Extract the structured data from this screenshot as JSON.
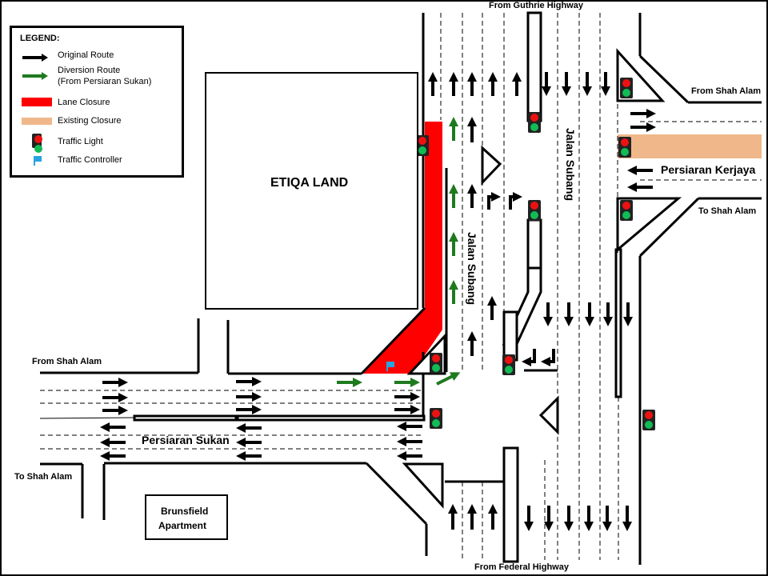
{
  "legend": {
    "title": "LEGEND:",
    "items": [
      {
        "label": "Original Route",
        "symbol": "black-arrow-icon",
        "color": "#000000"
      },
      {
        "label": "Diversion Route",
        "label2": "(From Persiaran Sukan)",
        "symbol": "green-arrow-icon",
        "color": "#1e7a1e"
      },
      {
        "label": "Lane Closure",
        "symbol": "red-bar",
        "color": "#ff0000"
      },
      {
        "label": "Existing Closure",
        "symbol": "tan-bar",
        "color": "#f0b88a"
      },
      {
        "label": "Traffic Light",
        "symbol": "traffic-light-icon"
      },
      {
        "label": "Traffic Controller",
        "symbol": "flag-icon",
        "color": "#29a3e0"
      }
    ]
  },
  "buildings": {
    "etiqa": "ETIQA LAND",
    "brunsfield_line1": "Brunsfield",
    "brunsfield_line2": "Apartment"
  },
  "roads": {
    "top": "From Guthrie Highway",
    "bottom": "From Federal Highway",
    "jalan_subang": "Jalan Subang",
    "persiaran_kerjaya": "Persiaran Kerjaya",
    "persiaran_sukan": "Persiaran Sukan",
    "right_from": "From Shah Alam",
    "right_to": "To Shah Alam",
    "left_from": "From Shah Alam",
    "left_to": "To Shah Alam"
  },
  "colors": {
    "lane_closure": "#ff0000",
    "existing_closure": "#f0b88a",
    "diversion": "#1e7a1e",
    "controller": "#29a3e0"
  }
}
